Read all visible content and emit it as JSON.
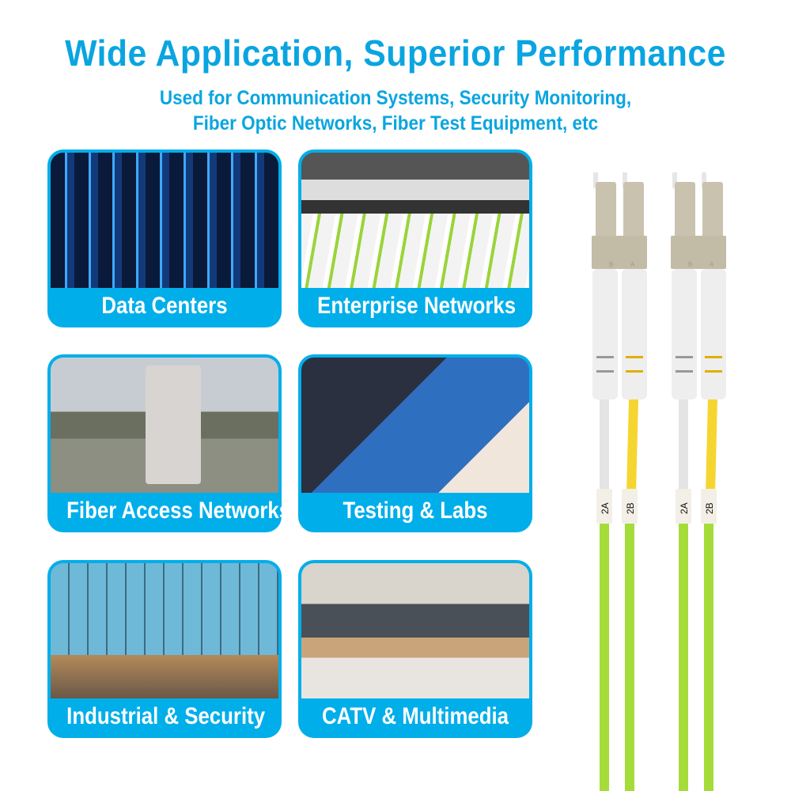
{
  "header": {
    "title": "Wide Application, Superior Performance",
    "subtitle_line1": "Used for Communication Systems, Security Monitoring,",
    "subtitle_line2": "Fiber Optic Networks, Fiber Test Equipment, etc"
  },
  "cards": [
    {
      "label": "Data Centers"
    },
    {
      "label": "Enterprise Networks"
    },
    {
      "label": "Fiber Access Networks"
    },
    {
      "label": "Testing & Labs"
    },
    {
      "label": "Industrial & Security"
    },
    {
      "label": "CATV & Multimedia"
    }
  ],
  "connector": {
    "housing_left": "B",
    "housing_right": "A",
    "tag_a": "2A",
    "tag_b": "2B"
  },
  "colors": {
    "accent": "#00aeea",
    "cable": "#a6dc3a",
    "yellow": "#f5d630",
    "housing": "#c9c2ae"
  }
}
